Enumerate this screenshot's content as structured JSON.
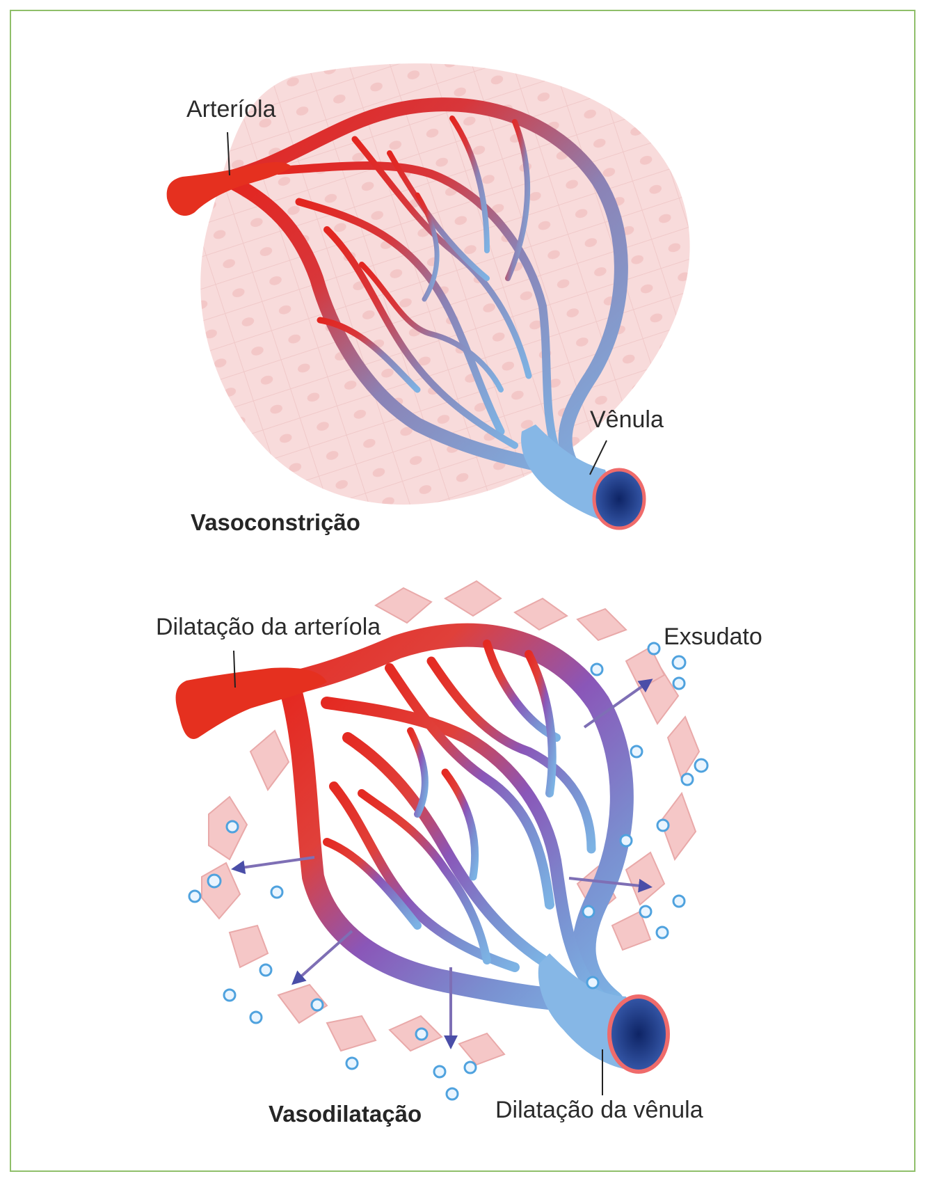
{
  "panels": {
    "top": {
      "title": "Vasoconstrição",
      "labels": {
        "arteriole": "Arteríola",
        "venule": "Vênula"
      }
    },
    "bottom": {
      "title": "Vasodilatação",
      "labels": {
        "arteriole": "Dilatação da arteríola",
        "exudate": "Exsudato",
        "venule": "Dilatação da vênula"
      }
    }
  },
  "colors": {
    "artery": "#e8322a",
    "vein": "#79aee0",
    "mid": "#8b5fb2",
    "tissue": "#f7d3d3",
    "exudate_dot": "#5aa7e0",
    "arrow": "#4b4fa6",
    "frame": "#8fbf6a"
  }
}
